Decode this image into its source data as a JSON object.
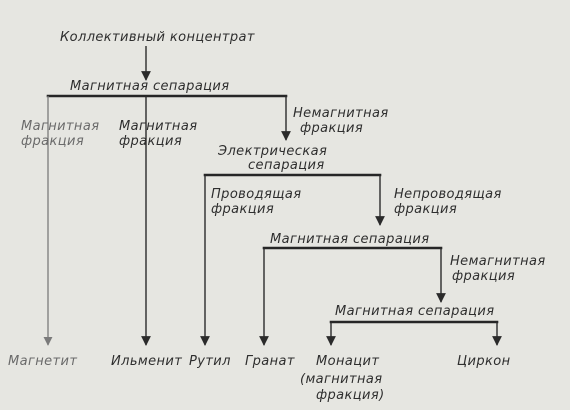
{
  "labels": {
    "feed": "Коллективный концентрат",
    "sep_magnetic_1": "Магнитная сепарация",
    "magnetic_fraction_1": [
      "Магнитная",
      "фракция"
    ],
    "magnetic_fraction_2": [
      "Магнитная",
      "фракция"
    ],
    "nonmagnetic_fraction_1": [
      "Немагнитная",
      "фракция"
    ],
    "sep_electric": [
      "Электрическая",
      "сепарация"
    ],
    "conducting_fraction": [
      "Проводящая",
      "фракция"
    ],
    "nonconducting_fraction": [
      "Непроводящая",
      "фракция"
    ],
    "sep_magnetic_2": "Магнитная сепарация",
    "nonmagnetic_fraction_2": [
      "Немагнитная",
      "фракция"
    ],
    "sep_magnetic_3": "Магнитная сепарация"
  },
  "products": {
    "magnetite": "Магнетит",
    "ilmenite": "Ильменит",
    "rutile": "Рутил",
    "garnet": "Гранат",
    "monazite": "Монацит",
    "monazite_note": [
      "(магнитная",
      "фракция)"
    ],
    "zircon": "Циркон"
  },
  "colors": {
    "background": "#e6e6e1",
    "ink": "#262626",
    "faint_ink": "#6a6a6a"
  }
}
